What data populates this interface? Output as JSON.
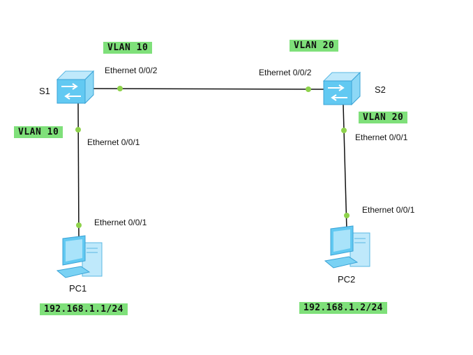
{
  "devices": {
    "s1": "S1",
    "s2": "S2",
    "pc1": "PC1",
    "pc2": "PC2"
  },
  "ports": {
    "s1_uplink": "Ethernet 0/0/2",
    "s2_uplink": "Ethernet 0/0/2",
    "s1_down": "Ethernet 0/0/1",
    "pc1_port": "Ethernet 0/0/1",
    "s2_down": "Ethernet 0/0/1",
    "pc2_port": "Ethernet 0/0/1"
  },
  "vlan_tags": {
    "s1_uplink": "VLAN 10",
    "s1_access": "VLAN 10",
    "s2_uplink": "VLAN 20",
    "s2_access": "VLAN 20"
  },
  "ip_tags": {
    "pc1": "192.168.1.1/24",
    "pc2": "192.168.1.2/24"
  },
  "colors": {
    "tag_bg": "#7fe07a",
    "port_dot": "#8ed24b",
    "link": "#111111",
    "device": "#5ec8f0"
  }
}
